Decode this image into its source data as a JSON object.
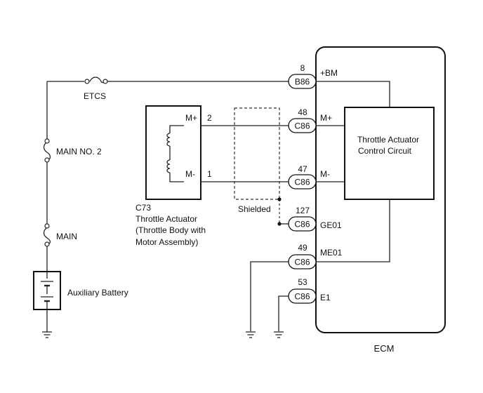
{
  "ecm": {
    "label": "ECM"
  },
  "control_circuit": {
    "line1": "Throttle Actuator",
    "line2": "Control Circuit"
  },
  "actuator": {
    "code": "C73",
    "line1": "Throttle Actuator",
    "line2": "(Throttle Body with",
    "line3": "Motor Assembly)",
    "pin_plus_label": "M+",
    "pin_plus_num": "2",
    "pin_minus_label": "M-",
    "pin_minus_num": "1"
  },
  "shield": {
    "label": "Shielded"
  },
  "fuses": {
    "etcs": "ETCS",
    "main_no2": "MAIN NO. 2",
    "main": "MAIN"
  },
  "battery": {
    "label": "Auxiliary Battery"
  },
  "terminals": [
    {
      "pin": "8",
      "connector": "B86",
      "signal": "+BM"
    },
    {
      "pin": "48",
      "connector": "C86",
      "signal": "M+"
    },
    {
      "pin": "47",
      "connector": "C86",
      "signal": "M-"
    },
    {
      "pin": "127",
      "connector": "C86",
      "signal": "GE01"
    },
    {
      "pin": "49",
      "connector": "C86",
      "signal": "ME01"
    },
    {
      "pin": "53",
      "connector": "C86",
      "signal": "E1"
    }
  ]
}
